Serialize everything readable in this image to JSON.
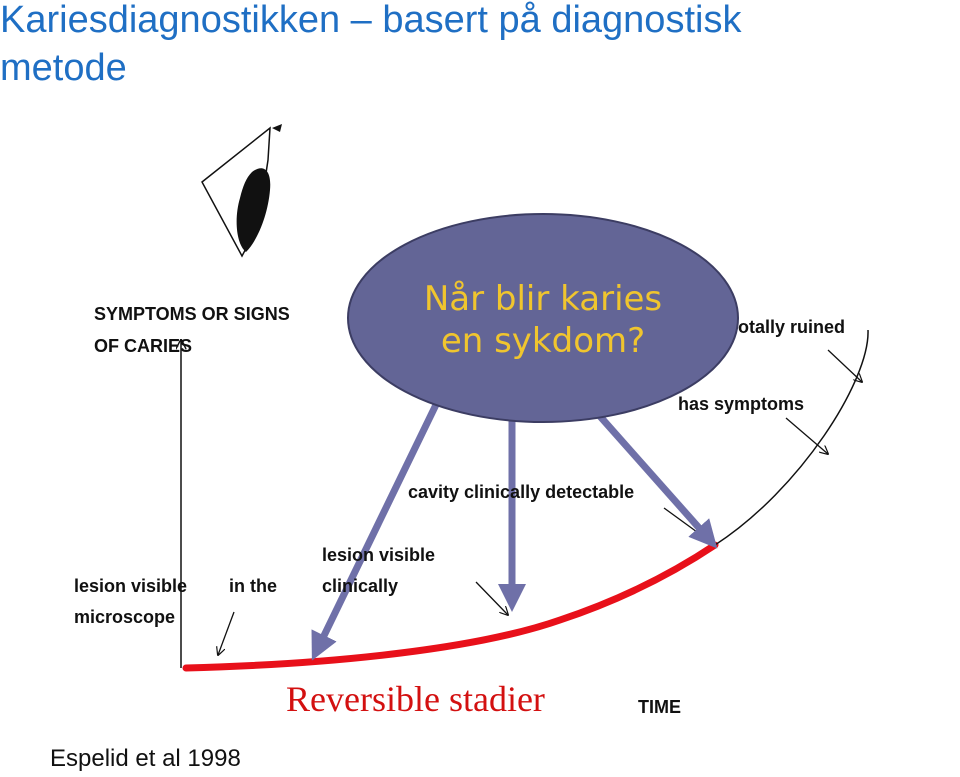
{
  "slide": {
    "title_line1": "Kariesdiagnostikken – basert på diagnostisk",
    "title_line2": "metode",
    "citation": "Espelid et al 1998"
  },
  "diagram": {
    "y_axis_label_line1": "SYMPTOMS OR SIGNS",
    "y_axis_label_line2": "OF CARIES",
    "x_axis_label": "TIME",
    "stages": {
      "microscope_a": "lesion visible",
      "microscope_b": "in the",
      "microscope_c": "microscope",
      "clinical_a": "lesion visible",
      "clinical_b": "clinically",
      "cavity": "cavity clinically detectable",
      "symptoms": "has  symptoms",
      "ruined": "otally ruined"
    },
    "bubble": {
      "line1": "Når blir karies",
      "line2": "en sykdom?"
    },
    "reversible_label": "Reversible stadier",
    "colors": {
      "title": "#1f6fc4",
      "bubble_fill": "#636596",
      "bubble_text": "#f0c52e",
      "curve_red": "#e8101a",
      "reversible_text": "#d31010",
      "arrow_fill": "#6f70a8"
    }
  }
}
